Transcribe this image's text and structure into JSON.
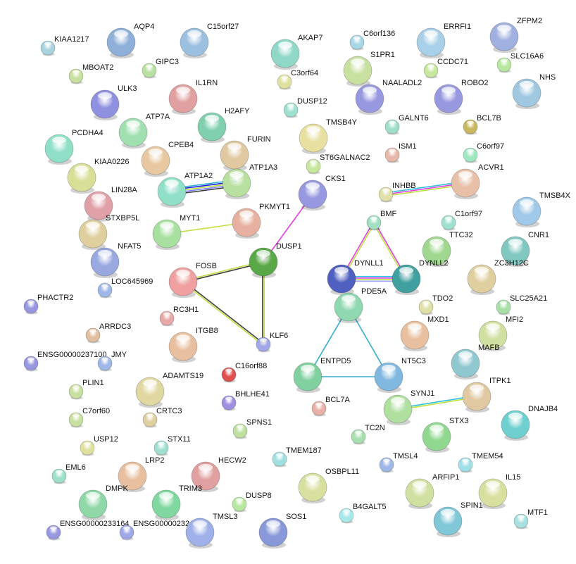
{
  "network": {
    "nodes": [
      {
        "label": "KIAA1217",
        "color": "#a8d4e0"
      },
      {
        "label": "AQP4",
        "color": "#8fb0d8"
      },
      {
        "label": "C15orf27",
        "color": "#9cc0e0"
      },
      {
        "label": "AKAP7",
        "color": "#8fd8c8"
      },
      {
        "label": "MBOAT2",
        "color": "#c8e0a0"
      },
      {
        "label": "GIPC3",
        "color": "#b8e0a0"
      },
      {
        "label": "C3orf64",
        "color": "#e0e0a0"
      },
      {
        "label": "ULK3",
        "color": "#9090e0"
      },
      {
        "label": "IL1RN",
        "color": "#e0a0a0"
      },
      {
        "label": "H2AFY",
        "color": "#80d0b0"
      },
      {
        "label": "DUSP12",
        "color": "#a0e0d0"
      },
      {
        "label": "ATP7A",
        "color": "#a0e0b0"
      },
      {
        "label": "PCDHA4",
        "color": "#90e0c8"
      },
      {
        "label": "CPEB4",
        "color": "#e8c8a0"
      },
      {
        "label": "FURIN",
        "color": "#e0c8a0"
      },
      {
        "label": "KIAA0226",
        "color": "#d8e098"
      },
      {
        "label": "ATP1A3",
        "color": "#b8e0a0"
      },
      {
        "label": "ATP1A2",
        "color": "#90e0c8"
      },
      {
        "label": "LIN28A",
        "color": "#e0a0a8"
      },
      {
        "label": "PKMYT1",
        "color": "#e8b0a0"
      },
      {
        "label": "STXBP5L",
        "color": "#e0d0a0"
      },
      {
        "label": "MYT1",
        "color": "#a8e0a0"
      },
      {
        "label": "NFAT5",
        "color": "#9aa8e0"
      },
      {
        "label": "DUSP1",
        "color": "#58a848"
      },
      {
        "label": "FOSB",
        "color": "#f0a0a0"
      },
      {
        "label": "LOC645969",
        "color": "#a0b8e8"
      },
      {
        "label": "PHACTR2",
        "color": "#9898e0"
      },
      {
        "label": "RC3H1",
        "color": "#e8a8a8"
      },
      {
        "label": "ARRDC3",
        "color": "#e0c0a0"
      },
      {
        "label": "ITGB8",
        "color": "#e8c0a0"
      },
      {
        "label": "KLF6",
        "color": "#a0a8e8"
      },
      {
        "label": "ENSG00000237100",
        "color": "#9898e0"
      },
      {
        "label": "JMY",
        "color": "#a0b8e8"
      },
      {
        "label": "C16orf88",
        "color": "#e05050"
      },
      {
        "label": "ADAMTS19",
        "color": "#e0d8a0"
      },
      {
        "label": "PLIN1",
        "color": "#c8e0a0"
      },
      {
        "label": "BHLHE41",
        "color": "#a090e0"
      },
      {
        "label": "C7orf60",
        "color": "#c8e0a0"
      },
      {
        "label": "CRTC3",
        "color": "#e0d0a0"
      },
      {
        "label": "SPNS1",
        "color": "#c0e0a0"
      },
      {
        "label": "USP12",
        "color": "#e0e0a0"
      },
      {
        "label": "STX11",
        "color": "#a0e0d0"
      },
      {
        "label": "TMEM187",
        "color": "#a0e0e0"
      },
      {
        "label": "EML6",
        "color": "#a0e0c8"
      },
      {
        "label": "LRP2",
        "color": "#e8c0a0"
      },
      {
        "label": "HECW2",
        "color": "#e0a0a0"
      },
      {
        "label": "DMPK",
        "color": "#90d8a8"
      },
      {
        "label": "TRIM3",
        "color": "#80d8a0"
      },
      {
        "label": "DUSP8",
        "color": "#b8e8a0"
      },
      {
        "label": "ENSG00000233164",
        "color": "#9898e0"
      },
      {
        "label": "ENSG00000232457",
        "color": "#a0a8e8"
      },
      {
        "label": "TMSL3",
        "color": "#a0b0e8"
      },
      {
        "label": "SOS1",
        "color": "#8898d8"
      },
      {
        "label": "C6orf136",
        "color": "#a8d8e8"
      },
      {
        "label": "ERRFI1",
        "color": "#a8d0e8"
      },
      {
        "label": "ZFPM2",
        "color": "#a0b0e0"
      },
      {
        "label": "S1PR1",
        "color": "#c8e0a0"
      },
      {
        "label": "CCDC71",
        "color": "#c8e8a0"
      },
      {
        "label": "SLC16A6",
        "color": "#b8e8a0"
      },
      {
        "label": "NAALADL2",
        "color": "#9898e0"
      },
      {
        "label": "ROBO2",
        "color": "#9898e0"
      },
      {
        "label": "NHS",
        "color": "#a0c8e0"
      },
      {
        "label": "GALNT6",
        "color": "#a0e0c8"
      },
      {
        "label": "BCL7B",
        "color": "#c8b860"
      },
      {
        "label": "TMSB4Y",
        "color": "#e8e0a0"
      },
      {
        "label": "ISM1",
        "color": "#e8b8a8"
      },
      {
        "label": "C6orf97",
        "color": "#a0e8c0"
      },
      {
        "label": "ST6GALNAC2",
        "color": "#c8e8a0"
      },
      {
        "label": "ACVR1",
        "color": "#e8c0a8"
      },
      {
        "label": "CKS1",
        "color": "#9898e0"
      },
      {
        "label": "INHBB",
        "color": "#e0e0a8"
      },
      {
        "label": "TMSB4X",
        "color": "#a0c8e8"
      },
      {
        "label": "BMF",
        "color": "#a0e0c0"
      },
      {
        "label": "C1orf97",
        "color": "#a0e0d0"
      },
      {
        "label": "TTC32",
        "color": "#a0d890"
      },
      {
        "label": "CNR1",
        "color": "#80c8c0"
      },
      {
        "label": "DYNLL1",
        "color": "#5060c0"
      },
      {
        "label": "DYNLL2",
        "color": "#40a0a0"
      },
      {
        "label": "ZC3H12C",
        "color": "#e0d0a0"
      },
      {
        "label": "PDE5A",
        "color": "#90d8b0"
      },
      {
        "label": "TDO2",
        "color": "#e0e0a8"
      },
      {
        "label": "SLC25A21",
        "color": "#a8e0a8"
      },
      {
        "label": "MXD1",
        "color": "#e8c0a0"
      },
      {
        "label": "MFI2",
        "color": "#d0e0a0"
      },
      {
        "label": "MAFB",
        "color": "#90c8d0"
      },
      {
        "label": "ENTPD5",
        "color": "#80d0a0"
      },
      {
        "label": "NT5C3",
        "color": "#80b8e0"
      },
      {
        "label": "BCL7A",
        "color": "#e8b0a8"
      },
      {
        "label": "ITPK1",
        "color": "#e0c8a0"
      },
      {
        "label": "SYNJ1",
        "color": "#b0e0a0"
      },
      {
        "label": "DNAJB4",
        "color": "#70d0d0"
      },
      {
        "label": "TC2N",
        "color": "#a8e0b0"
      },
      {
        "label": "STX3",
        "color": "#90d890"
      },
      {
        "label": "TMSL4",
        "color": "#a0b8e8"
      },
      {
        "label": "TMEM54",
        "color": "#a0e0e8"
      },
      {
        "label": "OSBPL11",
        "color": "#d8e0a0"
      },
      {
        "label": "ARFIP1",
        "color": "#d0e0a0"
      },
      {
        "label": "IL15",
        "color": "#d8e0a0"
      },
      {
        "label": "B4GALT5",
        "color": "#a8e8e8"
      },
      {
        "label": "SPIN1",
        "color": "#80c8d8"
      },
      {
        "label": "MTF1",
        "color": "#a8e0e0"
      }
    ],
    "edges": [
      {
        "from": "ATP1A2",
        "to": "ATP1A3",
        "colors": [
          "#30b0e0",
          "#2020e0",
          "#c0e040",
          "#8080ff",
          "#404040"
        ]
      },
      {
        "from": "MYT1",
        "to": "PKMYT1",
        "colors": [
          "#c0e040"
        ]
      },
      {
        "from": "CKS1",
        "to": "DUSP1",
        "colors": [
          "#e040e0"
        ]
      },
      {
        "from": "FOSB",
        "to": "DUSP1",
        "colors": [
          "#c0e040",
          "#404040"
        ]
      },
      {
        "from": "FOSB",
        "to": "KLF6",
        "colors": [
          "#404040",
          "#c0e040"
        ]
      },
      {
        "from": "DUSP1",
        "to": "KLF6",
        "colors": [
          "#c0e040",
          "#404040"
        ]
      },
      {
        "from": "INHBB",
        "to": "ACVR1",
        "colors": [
          "#30c0e0",
          "#e040e0",
          "#c0e040"
        ]
      },
      {
        "from": "BMF",
        "to": "DYNLL1",
        "colors": [
          "#c0e040",
          "#e040e0"
        ]
      },
      {
        "from": "BMF",
        "to": "DYNLL2",
        "colors": [
          "#e040e0",
          "#c0e040"
        ]
      },
      {
        "from": "DYNLL1",
        "to": "DYNLL2",
        "colors": [
          "#30c0e0",
          "#e040e0",
          "#c0e040",
          "#a0a0ff"
        ]
      },
      {
        "from": "PDE5A",
        "to": "ENTPD5",
        "colors": [
          "#30b0d0"
        ]
      },
      {
        "from": "PDE5A",
        "to": "NT5C3",
        "colors": [
          "#30b0d0"
        ]
      },
      {
        "from": "ENTPD5",
        "to": "NT5C3",
        "colors": [
          "#30b0d0"
        ]
      },
      {
        "from": "SYNJ1",
        "to": "ITPK1",
        "colors": [
          "#30c0e0",
          "#c0e040"
        ]
      }
    ]
  }
}
